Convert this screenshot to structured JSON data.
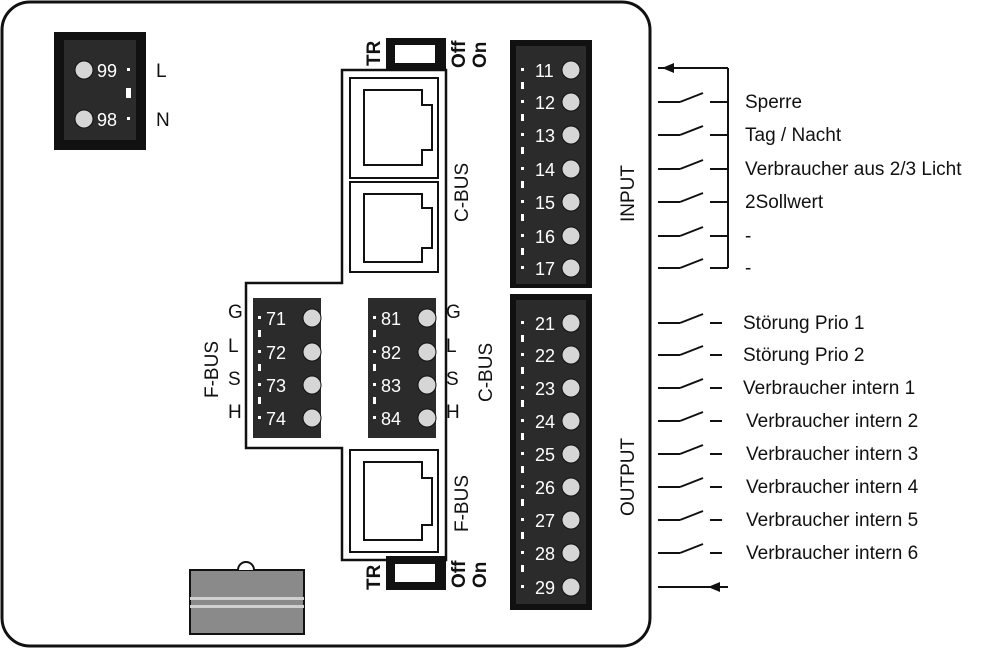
{
  "power": {
    "terminals": [
      "99",
      "98"
    ],
    "labels": [
      "L",
      "N"
    ]
  },
  "switch_top": {
    "tr": "TR",
    "off": "Off",
    "on": "On"
  },
  "switch_bottom": {
    "tr": "TR",
    "off": "Off",
    "on": "On"
  },
  "cbus_label": "C-BUS",
  "fbus_port_label": "F-BUS",
  "fbus_block": {
    "title": "F-BUS",
    "terminals": [
      "71",
      "72",
      "73",
      "74"
    ],
    "letters": [
      "G",
      "L",
      "S",
      "H"
    ]
  },
  "cbus_block": {
    "title": "C-BUS",
    "terminals": [
      "81",
      "82",
      "83",
      "84"
    ],
    "letters": [
      "G",
      "L",
      "S",
      "H"
    ]
  },
  "input": {
    "title": "INPUT",
    "terminals": [
      "11",
      "12",
      "13",
      "14",
      "15",
      "16",
      "17"
    ],
    "labels": [
      "",
      "Sperre",
      "Tag / Nacht",
      "Verbraucher aus 2/3 Licht",
      "2Sollwert",
      "-",
      "-"
    ]
  },
  "output": {
    "title": "OUTPUT",
    "terminals": [
      "21",
      "22",
      "23",
      "24",
      "25",
      "26",
      "27",
      "28",
      "29"
    ],
    "labels": [
      "Störung Prio 1",
      "Störung Prio 2",
      "Verbraucher intern  1",
      "Verbraucher intern  2",
      "Verbraucher intern  3",
      "Verbraucher intern  4",
      "Verbraucher intern  5",
      "Verbraucher intern  6",
      ""
    ]
  },
  "colors": {
    "terminal_block": "#2b2b2b",
    "screw": "#d6d6d6",
    "line": "#111111",
    "fuse_holder": "#8a8a8a"
  }
}
